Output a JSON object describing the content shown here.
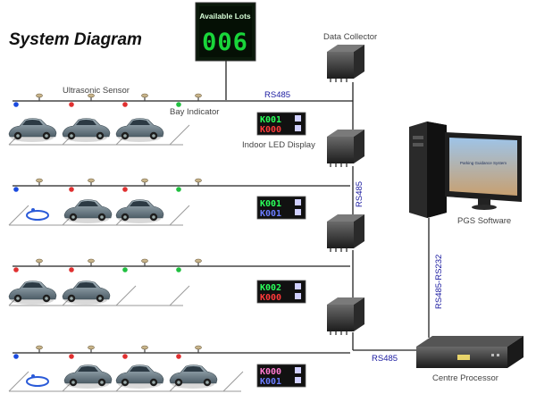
{
  "title": "System Diagram",
  "labels": {
    "available_lots_title": "Available Lots",
    "available_lots_count": "006",
    "data_collector": "Data Collector",
    "ultrasonic_sensor": "Ultrasonic Sensor",
    "bay_indicator": "Bay Indicator",
    "rs485_top": "RS485",
    "indoor_led_display": "Indoor LED Display",
    "rs485_vertical": "RS485",
    "pgs_software": "PGS Software",
    "rs485_rs232": "RS485-RS232",
    "rs485_bottom": "RS485",
    "centre_processor": "Centre Processor",
    "monitor_screen_text": "Parking Guidance System"
  },
  "led_displays": [
    {
      "line1": "K001",
      "line2": "K000"
    },
    {
      "line1": "K001",
      "line2": "K001"
    },
    {
      "line1": "K002",
      "line2": "K000"
    },
    {
      "line1": "K000",
      "line2": "K001"
    }
  ],
  "colors": {
    "line": "#222222",
    "rs_label": "#1a1aa0",
    "sign_green": "#19d63a",
    "led_green": "#2aff5a",
    "led_red": "#ff3a3a",
    "led_blue": "#6a7cff",
    "led_pink": "#ff7ad0",
    "car": "#6d7f8a"
  },
  "icons": {
    "sensor": "ultrasonic-sensor-icon",
    "indicator": "bay-indicator-icon",
    "car": "car-icon",
    "disabled": "wheelchair-icon",
    "collector": "data-collector-icon",
    "pc": "computer-icon",
    "processor": "centre-processor-icon"
  }
}
